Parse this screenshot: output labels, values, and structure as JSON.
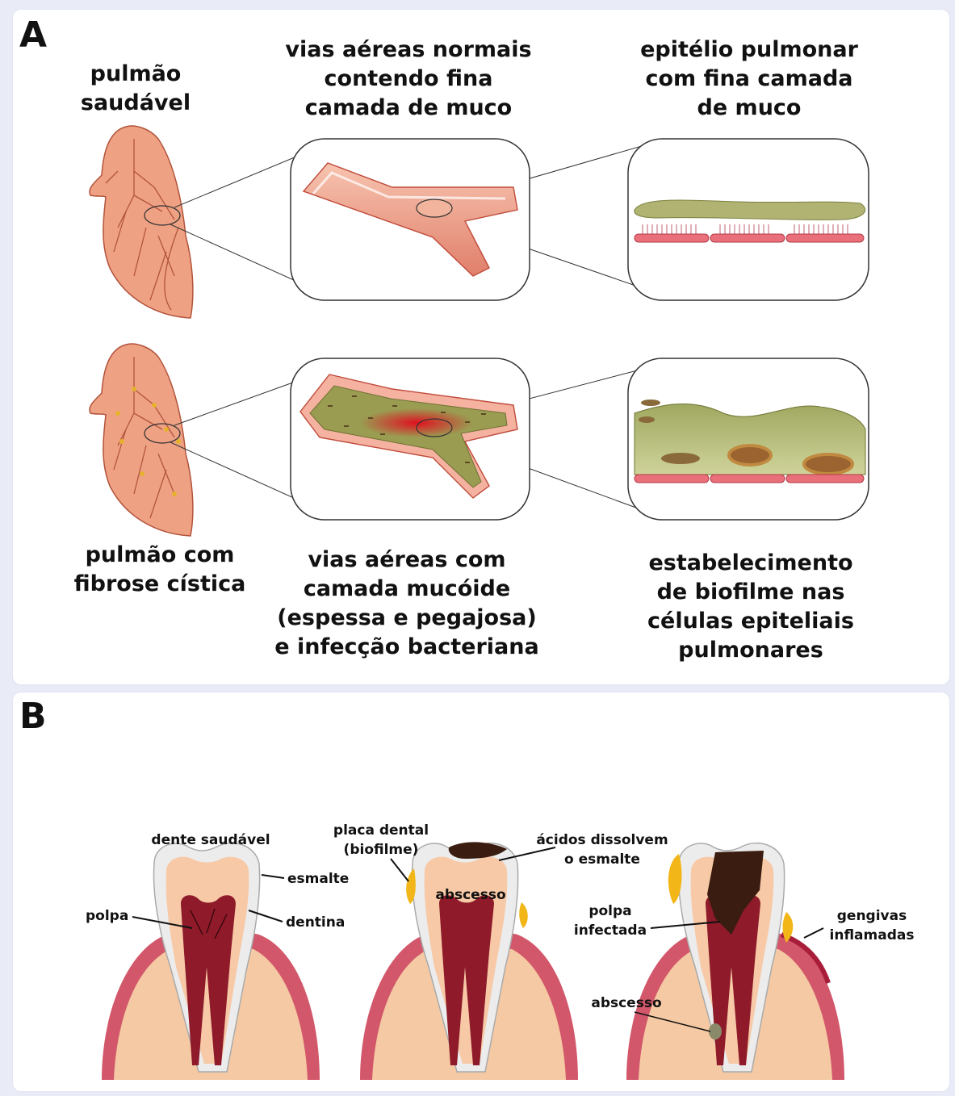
{
  "panel_a": {
    "letter": "A",
    "labels": {
      "healthy_lung": [
        "pulmão",
        "saudável"
      ],
      "normal_airways": [
        "vias aéreas normais",
        "contendo fina",
        "camada de muco"
      ],
      "epithelium": [
        "epitélio pulmonar",
        "com fina camada",
        "de muco"
      ],
      "cf_lung": [
        "pulmão com",
        "fibrose cística"
      ],
      "cf_airways": [
        "vias aéreas com",
        "camada mucóide",
        "(espessa e pegajosa)",
        "e infecção bacteriana"
      ],
      "biofilm": [
        "estabelecimento",
        "de biofilme nas",
        "células epiteliais",
        "pulmonares"
      ]
    }
  },
  "panel_b": {
    "letter": "B",
    "labels": {
      "healthy_tooth": "dente saudável",
      "enamel": "esmalte",
      "pulp": "polpa",
      "dentin": "dentina",
      "plaque": [
        "placa dental",
        "(biofilme)"
      ],
      "abscess_1": "abscesso",
      "acids": [
        "ácidos dissolvem",
        "o esmalte"
      ],
      "infected_pulp": [
        "polpa",
        "infectada"
      ],
      "inflamed_gums": [
        "gengivas",
        "inflamadas"
      ],
      "abscess_2": "abscesso"
    }
  },
  "colors": {
    "lung": "#f0a58a",
    "tissue": "#e88f7c",
    "mucus": "#a9b06b",
    "biofilm": "#8a6a3a",
    "gum": "#e07a8a",
    "dentin": "#f7c9a6",
    "enamel": "#f2f2f2",
    "pulp": "#8e1a2a",
    "plaque": "#f2b619",
    "decay": "#3a1c10"
  }
}
